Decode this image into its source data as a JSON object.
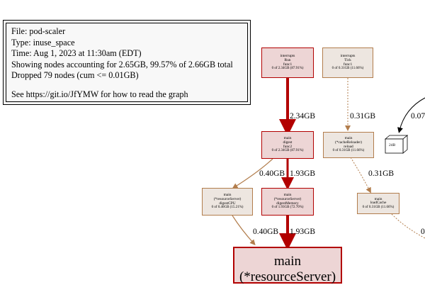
{
  "legend": {
    "file": "File: pod-scaler",
    "type": "Type: inuse_space",
    "time": "Time: Aug 1, 2023 at 11:30am (EDT)",
    "showing": "Showing nodes accounting for 2.65GB, 99.57% of 2.66GB total",
    "dropped": "Dropped 79 nodes (cum <= 0.01GB)",
    "help": "See https://git.io/JfYMW for how to read the graph"
  },
  "nodes": {
    "run": {
      "pkg": "interrupts",
      "name": "Run",
      "func": "func1",
      "stat": "0 of 2.34GB (87.91%)"
    },
    "tick": {
      "pkg": "interrupts",
      "name": "Tick",
      "func": "func1",
      "stat": "0 of 0.31GB (11.66%)"
    },
    "digest": {
      "pkg": "main",
      "name": "digest",
      "func": "func2",
      "stat": "0 of 2.34GB (87.91%)"
    },
    "reload": {
      "pkg": "main",
      "name": "(*cacheReloader)",
      "func": "reload",
      "stat": "0 of 0.31GB (11.66%)"
    },
    "digest_cpu": {
      "pkg": "main",
      "name": "(*resourceServer)",
      "func": "digestCPU",
      "stat": "0 of 0.40GB (15.21%)"
    },
    "digest_memory": {
      "pkg": "main",
      "name": "(*resourceServer)",
      "func": "digestMemory",
      "stat": "0 of 1.93GB (72.70%)"
    },
    "load_cache": {
      "pkg": "main",
      "name": "loadCache",
      "stat": "0 of 0.31GB (11.66%)"
    },
    "resource_server": {
      "pkg": "main",
      "name": "(*resourceServer)"
    },
    "mem_box": {
      "label": "24B"
    }
  },
  "edges": {
    "run_to_digest": "2.34GB",
    "tick_to_reload": "0.31GB",
    "digest_to_cpu": "0.40GB",
    "digest_to_memory": "1.93GB",
    "reload_to_loadcache": "0.31GB",
    "cpu_to_server": "0.40GB",
    "memory_to_server": "1.93GB",
    "offscreen_top_right": "0.07",
    "offscreen_right": "0"
  },
  "colors": {
    "hot_border": "#b20000",
    "hot_fill": "#edd5d5",
    "warm_border": "#b27d4c",
    "warm_fill": "#ede6e0",
    "hot_edge": "#b20000",
    "warm_edge": "#b27d4c"
  }
}
